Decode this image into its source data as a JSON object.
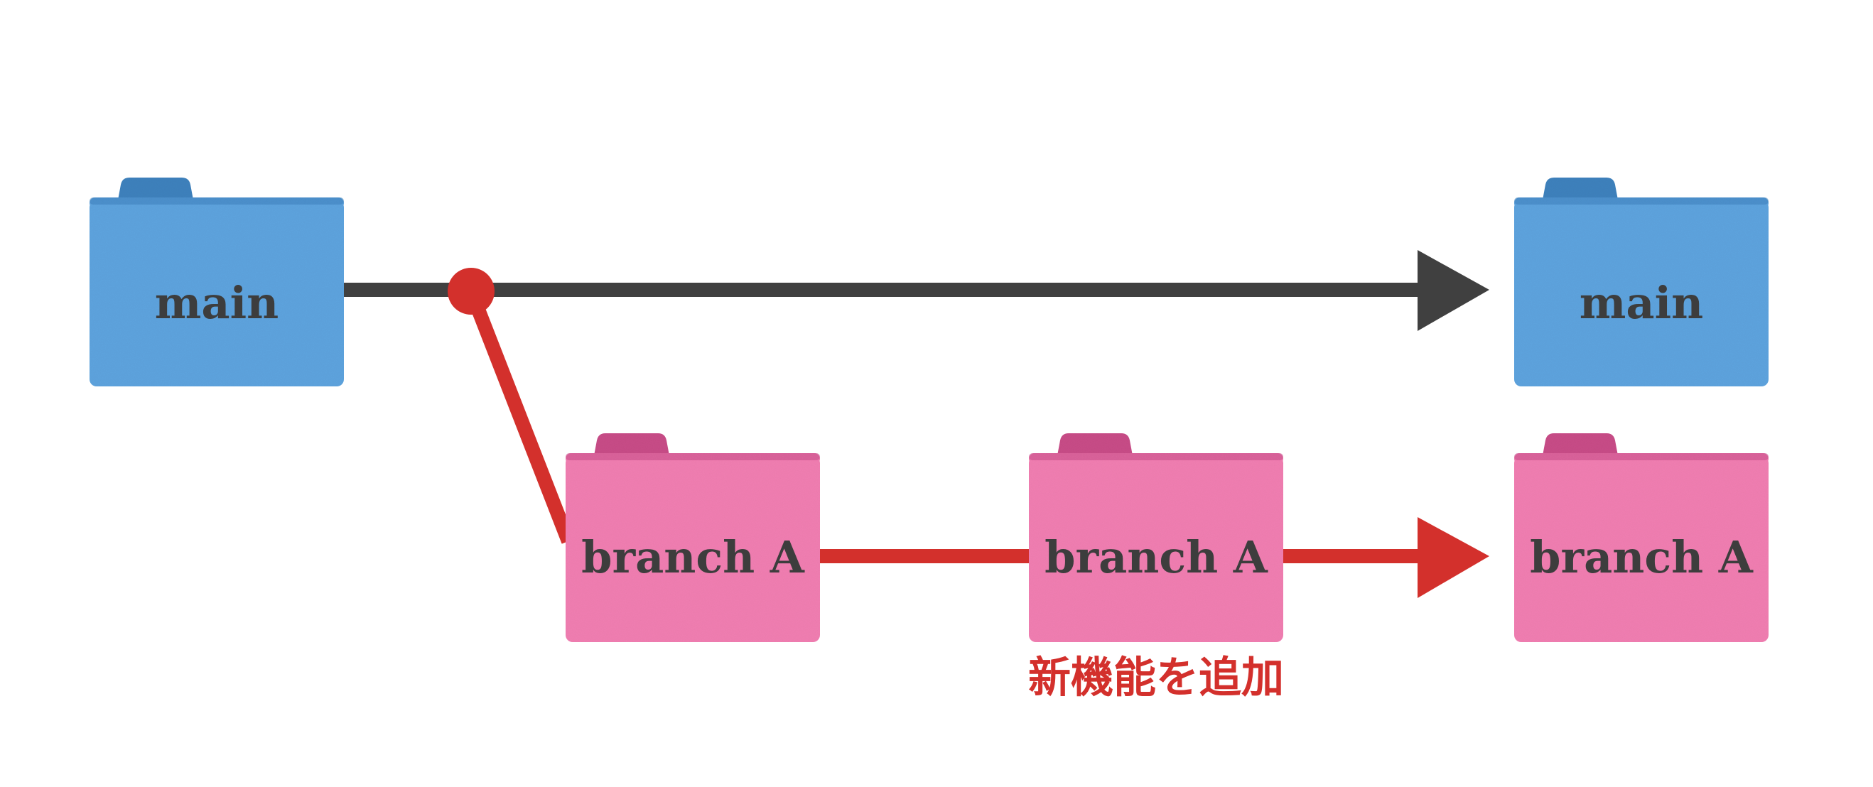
{
  "colors": {
    "main_folder": "#5fa4df",
    "main_folder_tab": "#3f82be",
    "branch_folder": "#f27fb2",
    "branch_folder_tab": "#c94d88",
    "main_line": "#404040",
    "branch_line": "#d3302c",
    "label_text": "#3d3d3d",
    "caption_text": "#d3302c"
  },
  "folders": {
    "main_start": {
      "label": "main",
      "icon": "folder-icon"
    },
    "main_end": {
      "label": "main",
      "icon": "folder-icon"
    },
    "branch_start": {
      "label": "branch A",
      "icon": "folder-icon"
    },
    "branch_middle": {
      "label": "branch A",
      "icon": "folder-icon"
    },
    "branch_end": {
      "label": "branch A",
      "icon": "folder-icon"
    }
  },
  "caption": {
    "text": "新機能を追加"
  }
}
